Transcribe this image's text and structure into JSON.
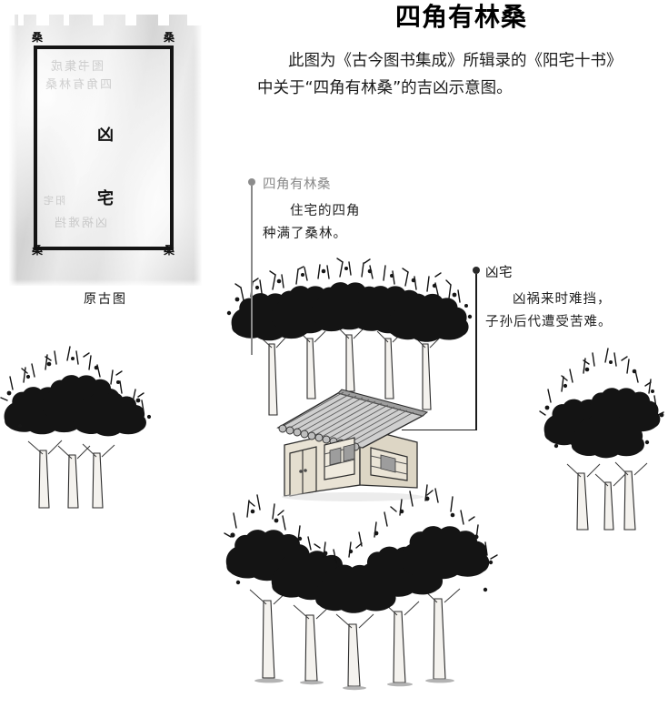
{
  "header": {
    "title": "四角有林桑",
    "intro_line1": "此图为《古今图书集成》所辑录的《阳宅十书》",
    "intro_line2": "中关于“四角有林桑”的吉凶示意图。"
  },
  "old_figure": {
    "caption": "原古图",
    "frame_char_top": "凶",
    "frame_char_bottom": "宅",
    "corner_char": "桑",
    "ghost_text_1": "图书集成",
    "ghost_text_2": "四角有林桑",
    "ghost_text_3": "阳宅",
    "ghost_text_4": "凶祸难挡"
  },
  "annotations": [
    {
      "id": "four-corners-mulberry",
      "label": "四角有林桑",
      "body_line1": "住宅的四角",
      "body_line2": "种满了桑林。",
      "color": "#8a8a8a"
    },
    {
      "id": "inauspicious-house",
      "label": "凶宅",
      "body_line1": "凶祸来时难挡，",
      "body_line2": "子孙后代遭受苦难。",
      "color": "#111111"
    }
  ],
  "scene": {
    "house_label": "traditional-tiled-house",
    "tree_clusters": [
      "top-row-mulberries",
      "left-mulberries",
      "right-mulberries",
      "bottom-mulberries"
    ],
    "colors": {
      "ink": "#1b1b1b",
      "foliage": "#161616",
      "trunk": "#f2f0ec",
      "trunk_outline": "#2a2a2a",
      "wall": "#e6e0d2",
      "wall_shadow": "#cfc8b8",
      "roof": "#b9b9b9",
      "roof_dark": "#6e6e6e",
      "window": "#9a9a9a",
      "paper": "#ffffff"
    }
  }
}
